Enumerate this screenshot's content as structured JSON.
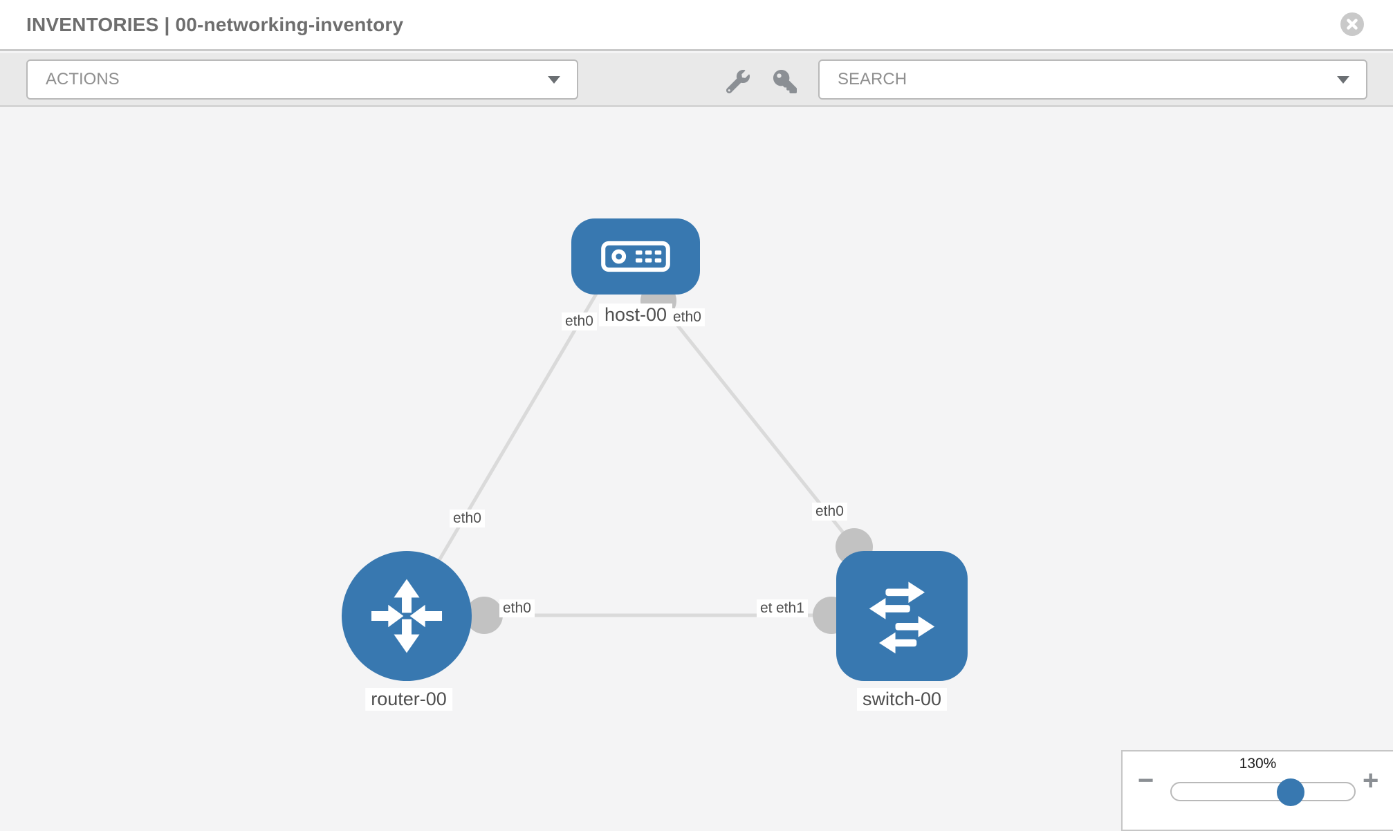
{
  "header": {
    "title": "INVENTORIES | 00-networking-inventory"
  },
  "toolbar": {
    "actions": {
      "label": "ACTIONS"
    },
    "search": {
      "placeholder": "SEARCH"
    },
    "tools": [
      {
        "icon": "wrench-icon"
      },
      {
        "icon": "key-icon"
      }
    ]
  },
  "topology": {
    "nodes": [
      {
        "id": "host-00",
        "label": "host-00",
        "type": "host"
      },
      {
        "id": "router-00",
        "label": "router-00",
        "type": "router"
      },
      {
        "id": "switch-00",
        "label": "switch-00",
        "type": "switch"
      }
    ],
    "links": [
      {
        "source": "host-00",
        "target": "router-00",
        "source_if": "eth0",
        "target_if": "eth0"
      },
      {
        "source": "host-00",
        "target": "switch-00",
        "source_if": "eth0",
        "target_if": "eth0"
      },
      {
        "source": "router-00",
        "target": "switch-00",
        "source_if": "eth0",
        "target_if": "eth1",
        "overlapped_if": "eth0"
      }
    ]
  },
  "zoom_control": {
    "value_label": "130%",
    "minus_label": "−",
    "plus_label": "+",
    "level_percent": 130
  },
  "icons": {
    "close": "times-circle-icon",
    "dropdown": "caret-down-icon"
  },
  "colors": {
    "node_blue": "#3878b0",
    "link_gray": "#dadada",
    "port_gray": "#c2c2c2",
    "toolbar_bg": "#e9e9e9",
    "canvas_bg": "#f4f4f5",
    "icon_gray": "#8b8f94"
  }
}
